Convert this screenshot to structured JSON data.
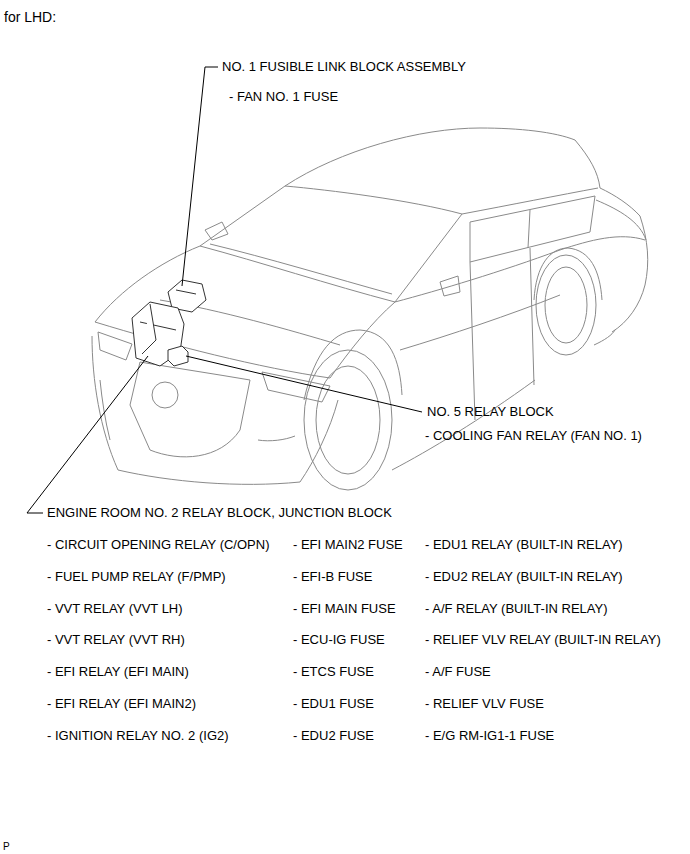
{
  "diagram": {
    "title": "for LHD:",
    "labels": [
      "NO. 1 FUSIBLE LINK BLOCK ASSEMBLY",
      "- FAN NO. 1 FUSE",
      "NO. 5 RELAY BLOCK",
      "- COOLING FAN RELAY (FAN NO. 1)",
      "ENGINE ROOM NO. 2 RELAY BLOCK, JUNCTION BLOCK",
      "- CIRCUIT OPENING RELAY (C/OPN)",
      "- EFI MAIN2 FUSE",
      "- EDU1 RELAY (BUILT-IN RELAY)",
      "- FUEL PUMP RELAY (F/PMP)",
      "- EFI-B FUSE",
      "- EDU2 RELAY (BUILT-IN RELAY)",
      "- VVT RELAY (VVT LH)",
      "- EFI MAIN FUSE",
      "- A/F RELAY (BUILT-IN RELAY)",
      "- VVT RELAY (VVT RH)",
      "- ECU-IG FUSE",
      "- RELIEF VLV RELAY (BUILT-IN RELAY)",
      "- EFI RELAY (EFI MAIN)",
      "- ETCS FUSE",
      "- A/F FUSE",
      "- EFI RELAY (EFI MAIN2)",
      "- EDU1 FUSE",
      "- RELIEF VLV FUSE",
      "- IGNITION RELAY NO. 2 (IG2)",
      "- EDU2 FUSE",
      "- E/G RM-IG1-1 FUSE",
      "P"
    ]
  }
}
